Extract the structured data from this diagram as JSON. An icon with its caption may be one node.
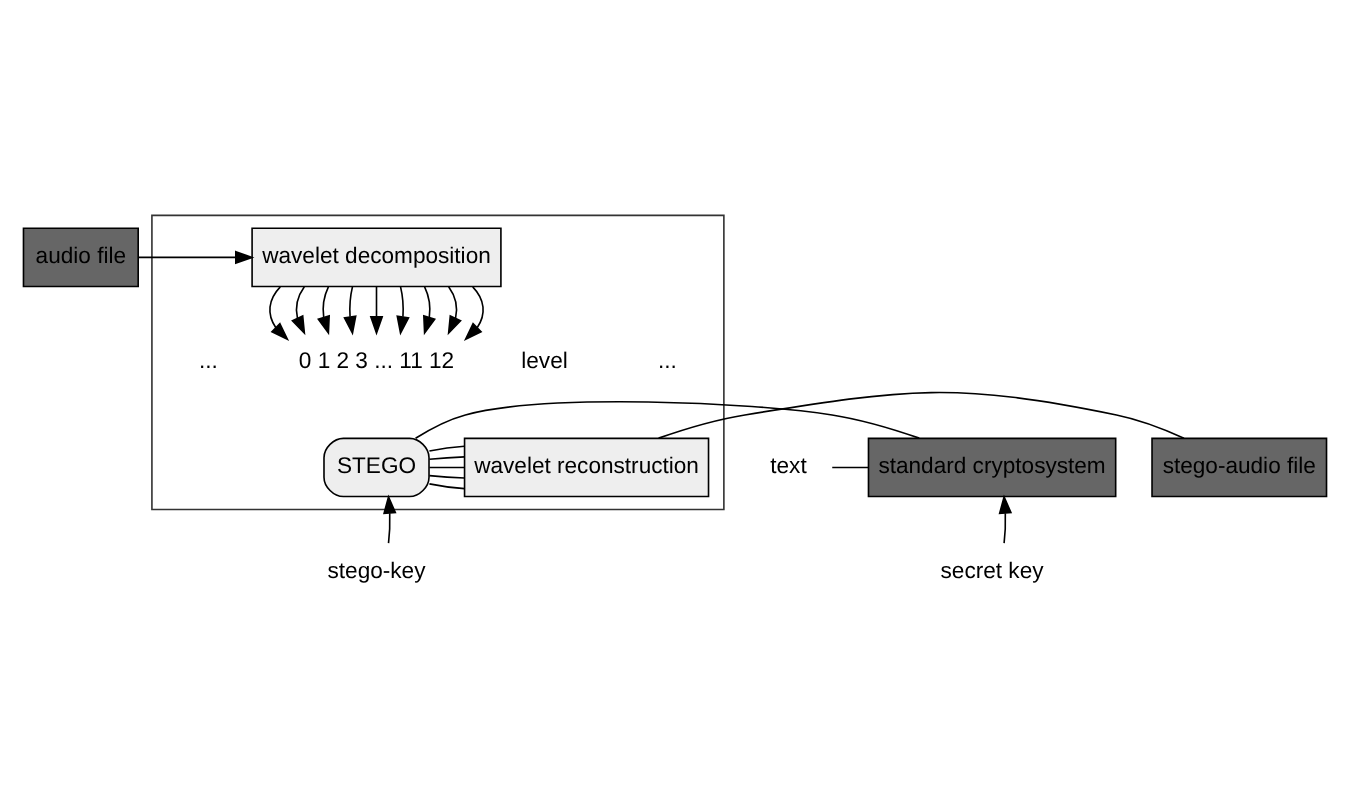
{
  "diagram": {
    "nodes": [
      {
        "text": [
          "audio file"
        ]
      },
      {
        "text": [],
        "shape": "box"
      },
      {
        "text": [
          "wavelet decomposition"
        ],
        "in": 1
      },
      {
        "text": [
          "0 1 2 3 ... 11 12"
        ],
        "in": 1
      },
      {
        "text": [
          "text"
        ]
      },
      {
        "text": [
          "standard cryptosystem"
        ]
      },
      {
        "text": [
          "STEGO"
        ],
        "in": 1
      },
      {
        "text": [
          "wavelet reconstruction"
        ],
        "in": 1
      },
      {
        "text": [
          "stego-audio file"
        ]
      },
      {
        "text": [
          "secret key"
        ]
      },
      {
        "text": [
          "stego-key"
        ]
      }
    ],
    "edges": [
      {
        "from": 0,
        "to": 2,
        "arrow": "to"
      },
      {
        "from": 2,
        "to": 3,
        "arrow": "to"
      },
      {
        "from": 2,
        "to": 3,
        "arrow": "to"
      },
      {
        "from": 2,
        "to": 3,
        "arrow": "to"
      },
      {
        "from": 2,
        "to": 3,
        "arrow": "to"
      },
      {
        "from": 2,
        "to": 3,
        "arrow": "to"
      },
      {
        "from": 2,
        "to": 3,
        "arrow": "to"
      },
      {
        "from": 2,
        "to": 3,
        "arrow": "to"
      },
      {
        "from": 2,
        "to": 3,
        "arrow": "to"
      },
      {
        "from": 2,
        "to": 3,
        "arrow": "to"
      },
      {
        "from": 4,
        "to": 5,
        "arrow": "none"
      },
      {
        "from": 5,
        "to": 6,
        "arrow": "none"
      },
      {
        "from": 6,
        "to": 7,
        "arrow": "none"
      },
      {
        "from": 6,
        "to": 7,
        "arrow": "none"
      },
      {
        "from": 6,
        "to": 7,
        "arrow": "none"
      },
      {
        "from": 6,
        "to": 7,
        "arrow": "none"
      },
      {
        "from": 6,
        "to": 7,
        "arrow": "none"
      },
      {
        "from": 7,
        "to": 8,
        "arrow": "none"
      },
      {
        "from": 9,
        "to": 5,
        "arrow": "to"
      },
      {
        "from": 10,
        "to": 6,
        "arrow": "to"
      }
    ],
    "labels": [
      "...",
      "level",
      "..."
    ]
  }
}
